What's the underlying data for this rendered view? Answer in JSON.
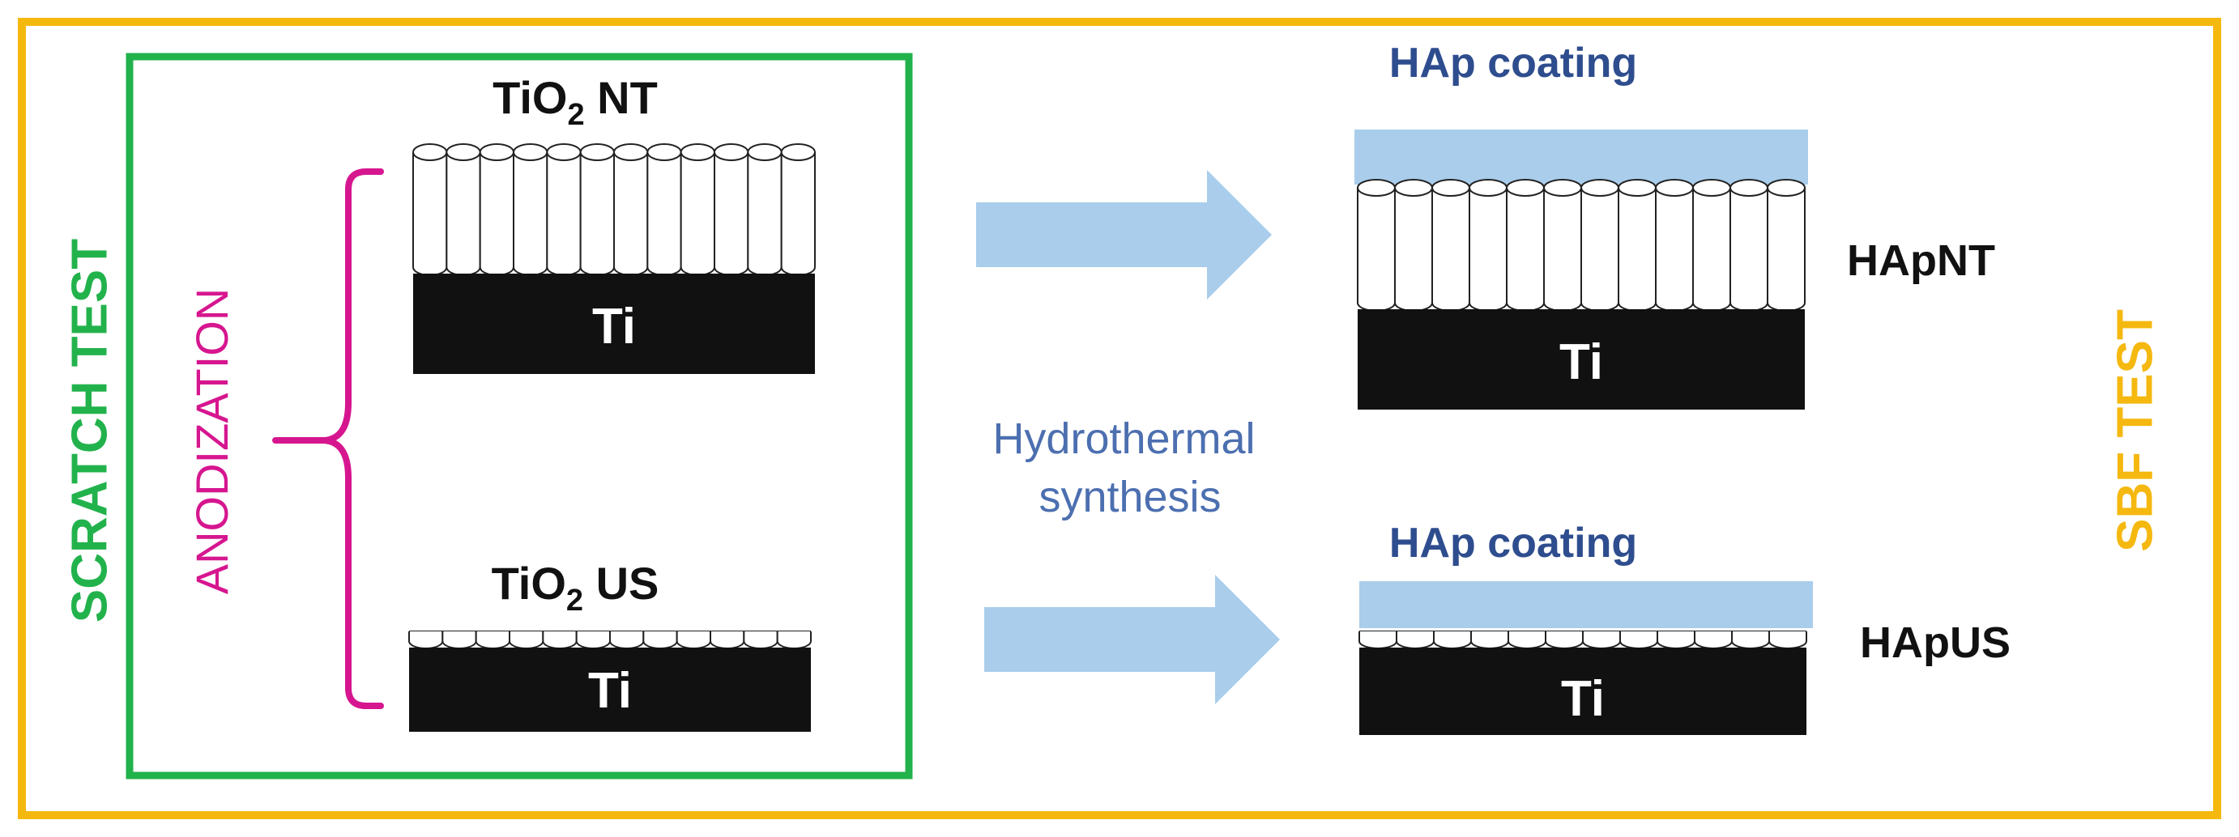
{
  "labels": {
    "scratch_test": "SCRATCH TEST",
    "sbf_test": "SBF TEST",
    "anodization": "ANODIZATION",
    "tio2_nt_main": "TiO",
    "tio2_nt_sub": "2",
    "tio2_nt_suffix": " NT",
    "tio2_us_main": "TiO",
    "tio2_us_sub": "2",
    "tio2_us_suffix": " US",
    "ti_substrate": "Ti",
    "hap_coating": "HAp coating",
    "hydrothermal_line1": "Hydrothermal",
    "hydrothermal_line2": "synthesis",
    "hapnt": "HApNT",
    "hapus": "HApUS"
  },
  "colors": {
    "outer_frame": "#F5B80F",
    "scratch_frame": "#22B24C",
    "anodization": "#D6168F",
    "arrow": "#A9CDEB",
    "hap_coating_fill": "#A9CDEB",
    "hap_coating_text": "#2E4D8E",
    "hydrothermal_text": "#4C6FB0",
    "substrate": "#111111",
    "label_text": "#111111"
  },
  "icons": {
    "process_arrow": "right-block-arrow",
    "grouping_bracket": "curly-brace"
  }
}
